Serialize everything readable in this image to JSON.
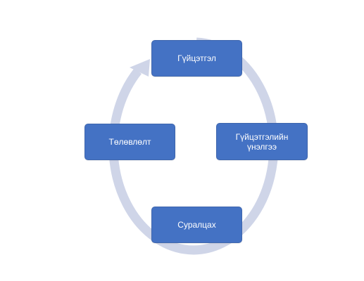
{
  "diagram": {
    "type": "cycle",
    "colors": {
      "node_fill": "#4472c4",
      "node_text": "#ffffff",
      "cycle_arrow": "#cfd5e8",
      "background": "#ffffff"
    },
    "nodes": [
      {
        "id": "top",
        "label": "Гүйцэтгэл"
      },
      {
        "id": "right",
        "label": "Гүйцэтгэлийн үнэлгээ"
      },
      {
        "id": "bottom",
        "label": "Суралцах"
      },
      {
        "id": "left",
        "label": "Төлөвлөлт"
      }
    ]
  }
}
